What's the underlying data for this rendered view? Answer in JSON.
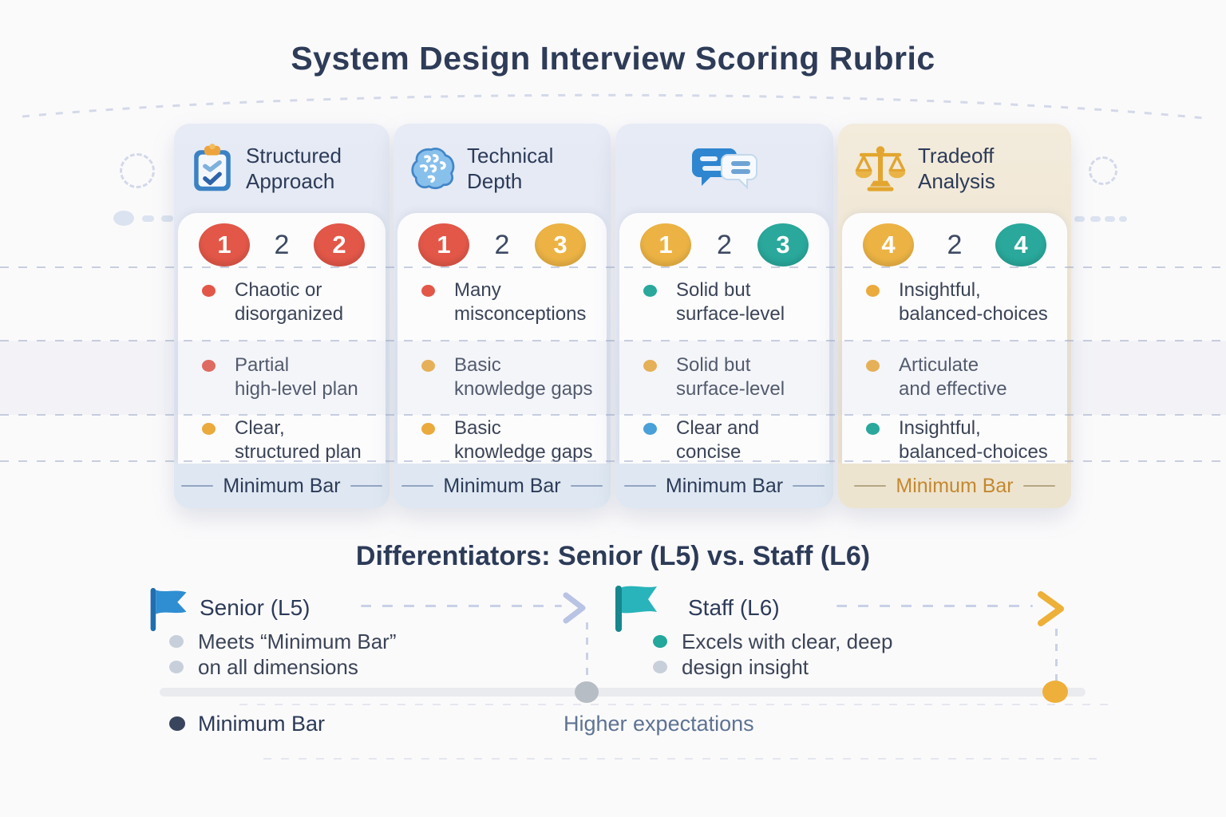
{
  "title": "System Design Interview Scoring Rubric",
  "rubric": {
    "columns": [
      {
        "title": "Structured Approach",
        "icon": "clipboard-icon",
        "badges": [
          {
            "value": "1",
            "fill": "#e25748"
          },
          {
            "value": "2"
          },
          {
            "value": "2",
            "fill": "#e25748"
          }
        ],
        "bullets": [
          {
            "dot": "#e25748",
            "line1": "Chaotic or",
            "line2": "disorganized"
          },
          {
            "dot": "#e25748",
            "line1": "Partial",
            "line2": "high-level plan"
          },
          {
            "dot": "#eaaa3c",
            "line1": "Clear,",
            "line2": "structured plan"
          }
        ],
        "footer": "Minimum Bar",
        "footer_color": "#2c3b58"
      },
      {
        "title": "Technical Depth",
        "icon": "brain-icon",
        "badges": [
          {
            "value": "1",
            "fill": "#e25748"
          },
          {
            "value": "2"
          },
          {
            "value": "3",
            "fill": "#ecb344"
          }
        ],
        "bullets": [
          {
            "dot": "#e25748",
            "line1": "Many",
            "line2": "misconceptions"
          },
          {
            "dot": "#eaaa3c",
            "line1": "Basic",
            "line2": "knowledge gaps"
          },
          {
            "dot": "#eaaa3c",
            "line1": "Basic",
            "line2": "knowledge gaps"
          }
        ],
        "footer": "Minimum Bar",
        "footer_color": "#2c3b58"
      },
      {
        "title": "",
        "icon": "chat-bubbles-icon",
        "badges": [
          {
            "value": "1",
            "fill": "#ecb344"
          },
          {
            "value": "2"
          },
          {
            "value": "3",
            "fill": "#29a89b"
          }
        ],
        "bullets": [
          {
            "dot": "#29a89b",
            "line1": "Solid but",
            "line2": "surface-level"
          },
          {
            "dot": "#eaaa3c",
            "line1": "Solid but",
            "line2": "surface-level"
          },
          {
            "dot": "#4aa0d8",
            "line1": "Clear and",
            "line2": "concise"
          }
        ],
        "footer": "Minimum Bar",
        "footer_color": "#2c3b58"
      },
      {
        "title": "Tradeoff Analysis",
        "icon": "scale-icon",
        "badges": [
          {
            "value": "4",
            "fill": "#ecb344"
          },
          {
            "value": "2"
          },
          {
            "value": "4",
            "fill": "#29a89b"
          }
        ],
        "bullets": [
          {
            "dot": "#eaaa3c",
            "line1": "Insightful,",
            "line2": "balanced-choices"
          },
          {
            "dot": "#eaaa3c",
            "line1": "Articulate",
            "line2": "and effective"
          },
          {
            "dot": "#29a89b",
            "line1": "Insightful,",
            "line2": "balanced-choices"
          }
        ],
        "footer": "Minimum Bar",
        "footer_color": "#c4882e"
      }
    ]
  },
  "differentiators": {
    "title": "Differentiators: Senior (L5) vs. Staff (L6)",
    "senior": {
      "label": "Senior (L5)",
      "flag_color": "#2f8ed2",
      "bullets": [
        {
          "dot": "#c7d0da",
          "text": "Meets “Minimum Bar”"
        },
        {
          "dot": "#c7d0da",
          "text": "on all dimensions"
        }
      ]
    },
    "staff": {
      "label": "Staff (L6)",
      "flag_color": "#28b4ba",
      "bullets": [
        {
          "dot": "#23a89b",
          "text": "Excels with clear, deep"
        },
        {
          "dot": "#c7d0da",
          "text": "design insight"
        }
      ]
    },
    "axis": {
      "minimum_bar": "Minimum Bar",
      "higher_expectations": "Higher expectations"
    }
  },
  "palette": {
    "red": "#e25748",
    "yellow": "#ecb344",
    "teal": "#29a89b",
    "blue": "#4aa0d8",
    "navy": "#2c3b58",
    "gold_text": "#c4882e",
    "lavender_dash": "#c9d1e8",
    "arrow_gold": "#edb038"
  }
}
